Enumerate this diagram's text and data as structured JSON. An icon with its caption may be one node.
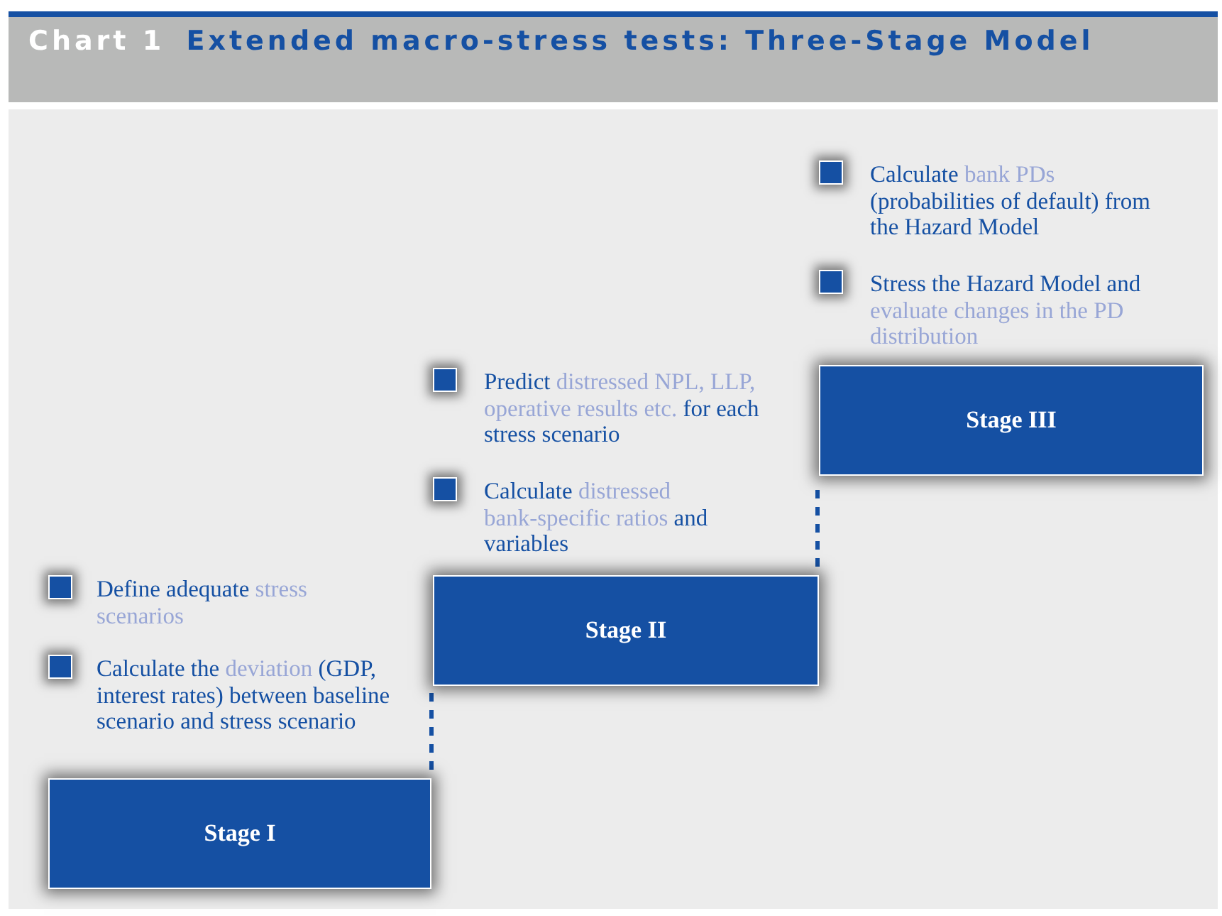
{
  "diagram": {
    "title": "*Chart 1* Extended macro-stress tests: Three-Stage Model",
    "nodes": [
      {
        "text": [
          "Stage I"
        ]
      },
      {
        "text": [
          "Stage II"
        ]
      },
      {
        "text": [
          "Stage III"
        ]
      }
    ],
    "edges": [
      {
        "from": 0,
        "to": 1,
        "arrow": "none",
        "style": "dashed"
      },
      {
        "from": 1,
        "to": 2,
        "arrow": "none",
        "style": "dashed"
      }
    ],
    "labels": [
      "Define adequate *stress scenarios*",
      "Calculate the *deviation* (GDP, interest rates) between baseline scenario and stress scenario",
      "Predict *distressed NPL, LLP, operative results etc.* for each stress scenario",
      "Calculate *distressed bank-specific ratios* and variables",
      "Calculate *bank PDs* (probabilities of default) from the Hazard Model",
      "Stress the Hazard Model and *evaluate changes in the PD distribution*"
    ]
  }
}
